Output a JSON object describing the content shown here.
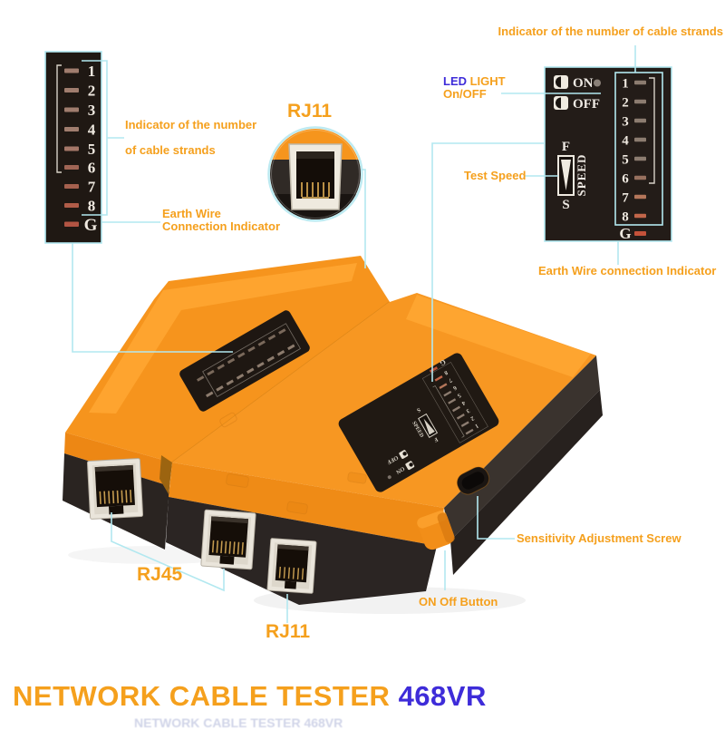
{
  "title": {
    "main": "NETWORK CABLE TESTER ",
    "model": "468VR"
  },
  "callouts": {
    "strand_indicator_left_line1": "Indicator of the number",
    "strand_indicator_left_line2": "of cable strands",
    "earth_wire_left_line1": "Earth Wire",
    "earth_wire_left_line2": "Connection Indicator",
    "strand_indicator_right": "Indicator of the number of cable strands",
    "led": "LED",
    "light": " LIGHT",
    "on_off": "On/OFF",
    "test_speed": "Test Speed",
    "earth_wire_right": "Earth Wire connection Indicator",
    "sensitivity": "Sensitivity Adjustment Screw",
    "power_button": "ON Off Button",
    "rj11_top": "RJ11",
    "rj45": "RJ45",
    "rj11_bottom": "RJ11"
  },
  "panel": {
    "rows": [
      "1",
      "2",
      "3",
      "4",
      "5",
      "6",
      "7",
      "8"
    ],
    "ground": "G",
    "on": "ON",
    "off": "OFF",
    "fast": "F",
    "slow": "S",
    "speed": "SPEED"
  },
  "colors": {
    "label_orange": "#F5A01D",
    "label_blue": "#3E2CD9",
    "callout_cyan": "#B2E8F0",
    "device_orange": "#F6951D",
    "device_black": "#2B2523",
    "panel_black": "#211A16",
    "led_dash_red": "#B25443"
  }
}
